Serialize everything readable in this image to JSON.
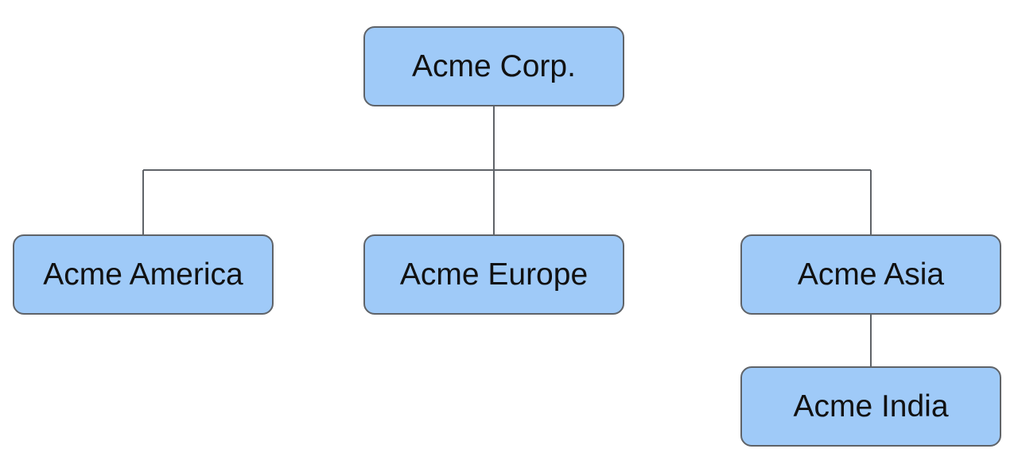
{
  "org_chart": {
    "root": {
      "label": "Acme Corp."
    },
    "children": [
      {
        "label": "Acme America"
      },
      {
        "label": "Acme Europe"
      },
      {
        "label": "Acme Asia",
        "children": [
          {
            "label": "Acme India"
          }
        ]
      }
    ]
  },
  "colors": {
    "node_fill": "#9fcaf8",
    "node_border": "#5f6368",
    "connector": "#5f6368",
    "text": "#111111",
    "background": "#ffffff"
  }
}
